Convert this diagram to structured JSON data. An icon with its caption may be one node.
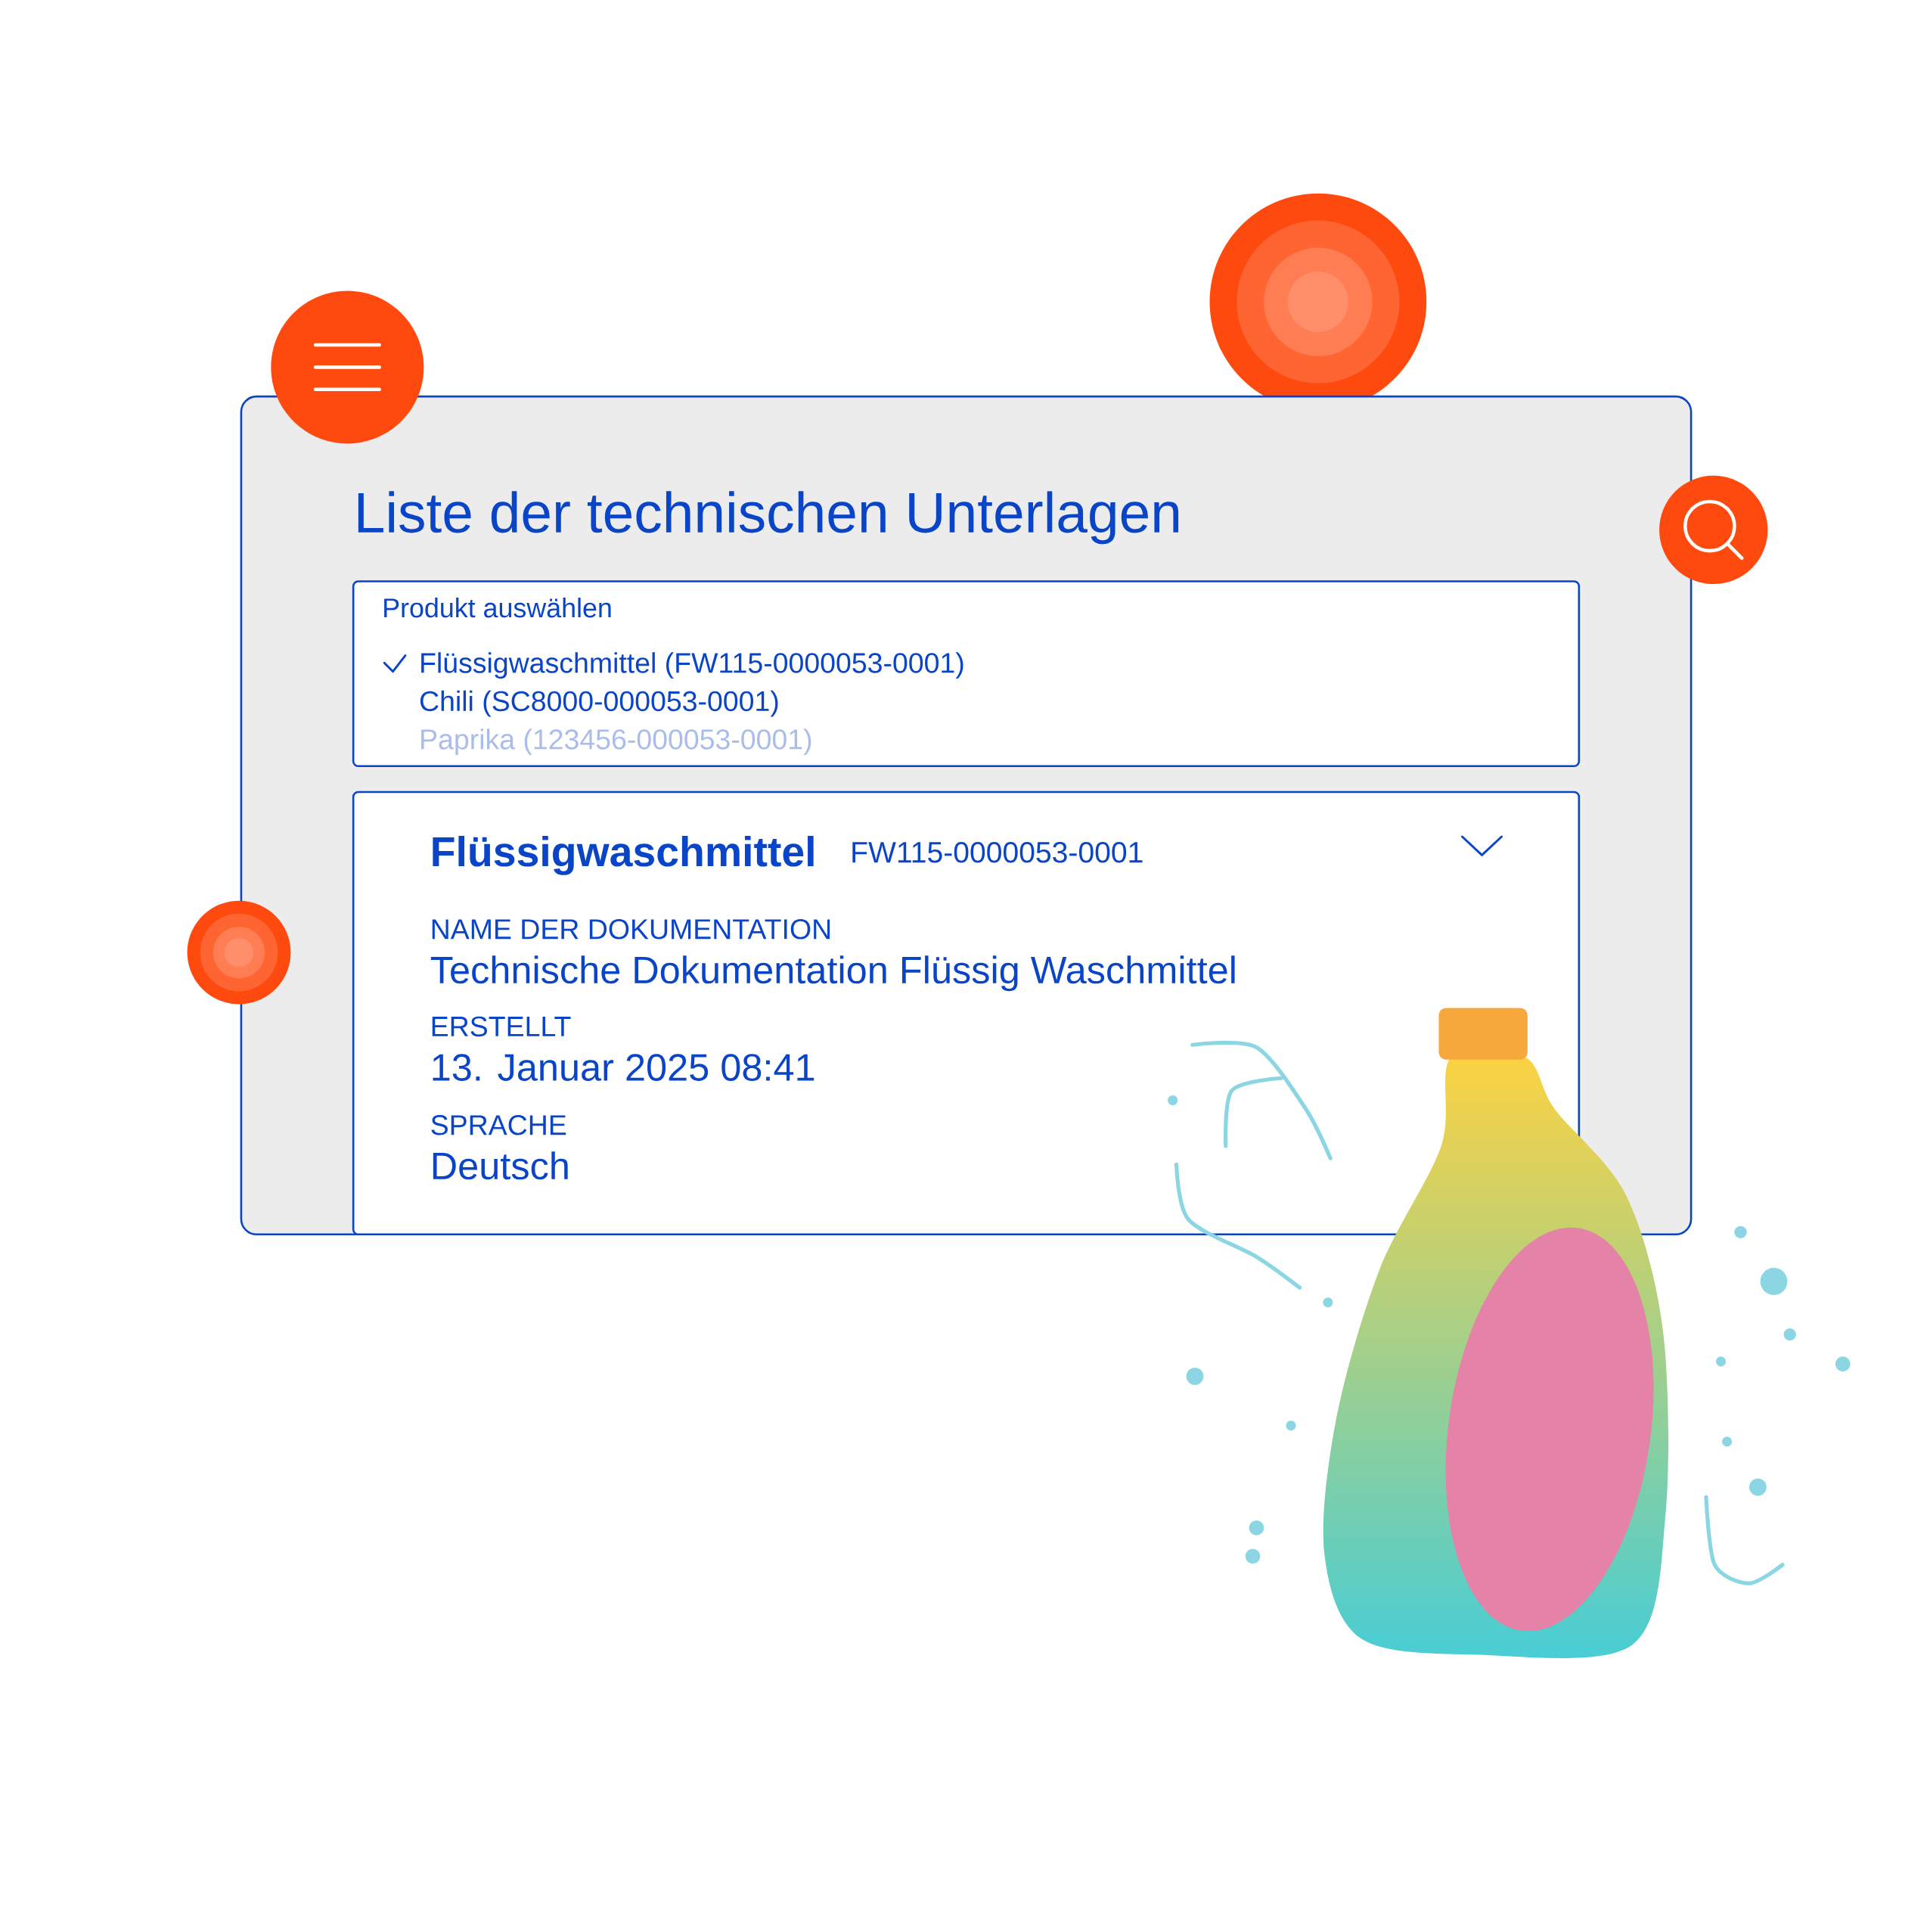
{
  "diagram": {
    "nodes": [
      {
        "text": [
          "Liste der technischen Unterlagen"
        ]
      },
      {
        "text": [
          "Produkt auswählen",
          "Flüssigwaschmittel (FW115-0000053-0001)",
          "Chili (SC8000-000053-0001)",
          "Paprika (123456-000053-0001)"
        ],
        "in": 0
      },
      {
        "text": [
          "Flüssigwaschmittel",
          "FW115-0000053-0001",
          "NAME DER DOKUMENTATION",
          "Technische Dokumentation Flüssig Waschmittel",
          "ERSTELLT",
          "13. Januar 2025 08:41",
          "SPRACHE",
          "Deutsch"
        ],
        "in": 0
      }
    ]
  }
}
